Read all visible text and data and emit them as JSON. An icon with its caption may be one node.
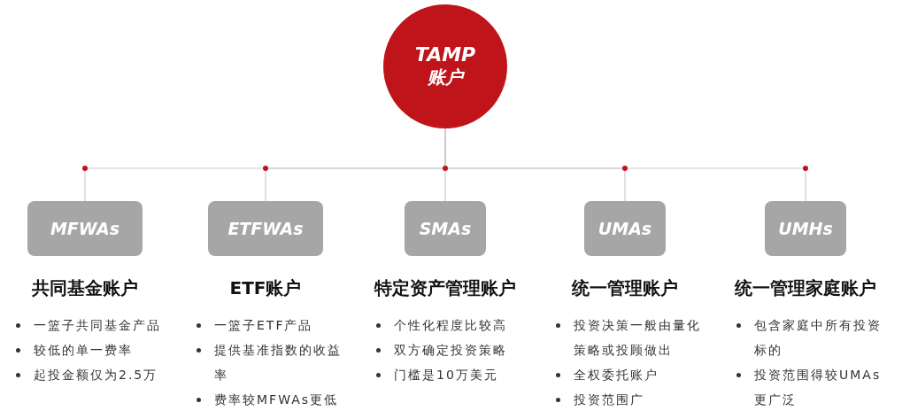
{
  "diagram": {
    "nodes": [
      {
        "text": [
          "TAMP",
          "账户"
        ]
      },
      {
        "text": [
          "MFWAs"
        ],
        "beside": [
          "共同基金账户",
          "一篮子共同基金产品",
          "较低的单一费率",
          "起投金额仅为2.5万"
        ]
      },
      {
        "text": [
          "ETFWAs"
        ],
        "beside": [
          "ETF账户",
          "一篮子ETF产品",
          "提供基准指数的收益率",
          "费率较MFWAs更低"
        ]
      },
      {
        "text": [
          "SMAs"
        ],
        "beside": [
          "特定资产管理账户",
          "个性化程度比较高",
          "双方确定投资策略",
          "门槛是10万美元"
        ]
      },
      {
        "text": [
          "UMAs"
        ],
        "beside": [
          "统一管理账户",
          "投资决策一般由量化策略或投顾做出",
          "全权委托账户",
          "投资范围广"
        ]
      },
      {
        "text": [
          "UMHs"
        ],
        "beside": [
          "统一管理家庭账户",
          "包含家庭中所有投资标的",
          "投资范围得较UMAs更广泛"
        ]
      }
    ],
    "edges": [
      {
        "from": 0,
        "to": 1,
        "arrow": "none"
      },
      {
        "from": 0,
        "to": 2,
        "arrow": "none"
      },
      {
        "from": 0,
        "to": 3,
        "arrow": "none"
      },
      {
        "from": 0,
        "to": 4,
        "arrow": "none"
      },
      {
        "from": 0,
        "to": 5,
        "arrow": "none"
      }
    ]
  }
}
